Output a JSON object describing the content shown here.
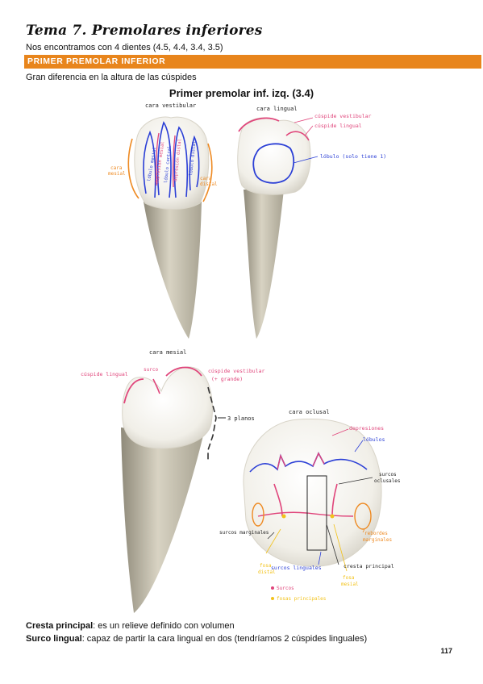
{
  "header": {
    "title": "Tema 7. Premolares inferiores",
    "subtitle": "Nos encontramos con 4 dientes (4.5, 4.4, 3.4, 3.5)",
    "section": "PRIMER PREMOLAR INFERIOR",
    "note": "Gran diferencia en la altura de las cúspides"
  },
  "figure": {
    "caption": "Primer premolar inf. izq. (3.4)",
    "labels": {
      "cara_vestibular": "cara vestibular",
      "cara_lingual": "cara lingual",
      "cara_mesial_top": "cara",
      "cara_mesial_bottom": "mesial",
      "cara_distal_top": "cara",
      "cara_distal_bottom": "distal",
      "lobulo_mesial": "lóbulo mesial",
      "depresion_mesial": "depresión mesial",
      "lobulo_central": "lóbulo central",
      "depresion_distal": "depresión distal",
      "lobulo_distal": "lóbulo distal",
      "cuspide_vestibular": "cúspide vestibular",
      "cuspide_lingual": "cúspide lingual",
      "lobulo_solo": "lóbulo (solo tiene 1)",
      "cara_mesial_title": "cara mesial",
      "cuspide_lingual_2": "cúspide lingual",
      "surco": "surco",
      "cuspide_vestibular_2": "cúspide vestibular",
      "mas_grande": "(+ grande)",
      "tres_planos": "3 planos",
      "cara_oclusal": "cara oclusal",
      "depresiones": "depresiones",
      "lobulos": "lóbulos",
      "surcos_oclusales_1": "surcos",
      "surcos_oclusales_2": "oclusales",
      "surcos_marginales": "surcos marginales",
      "rebordes_1": "rebordes",
      "rebordes_2": "marginales",
      "fosa_distal_1": "fosa",
      "fosa_distal_2": "distal",
      "surcos_linguales": "surcos linguales",
      "cresta_principal": "cresta principal",
      "fosa_mesial_1": "fosa",
      "fosa_mesial_2": "mesial",
      "legend_surcos": "Surcos",
      "legend_fosas": "fosas principales"
    }
  },
  "footer": {
    "term1": "Cresta principal",
    "def1": ": es un relieve definido con volumen",
    "term2": "Surco lingual",
    "def2": ": capaz de partir la cara lingual en dos (tendríamos 2 cúspides linguales)",
    "page": "117"
  },
  "colors": {
    "accent": "#e8851c",
    "pink": "#e0457b",
    "blue": "#2b3fd6",
    "orange": "#ee8a22",
    "yellow": "#f2c21a"
  }
}
